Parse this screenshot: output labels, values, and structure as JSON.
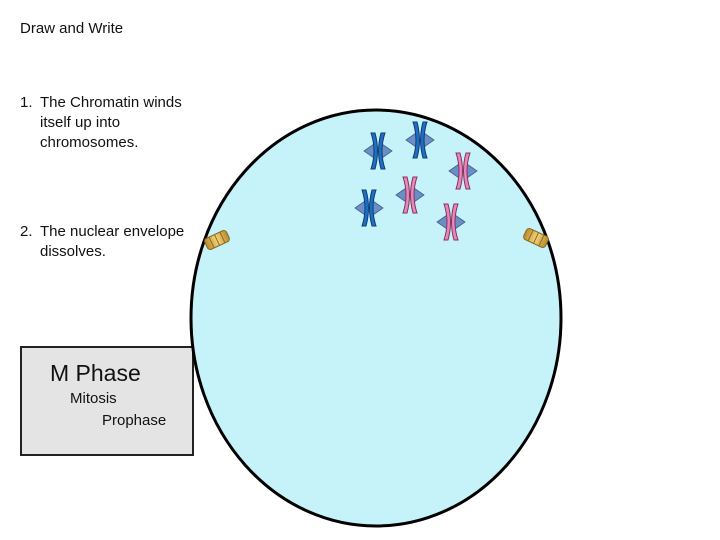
{
  "heading": "Draw and Write",
  "steps": [
    {
      "number": "1.",
      "text": "The Chromatin winds itself up into chromosomes."
    },
    {
      "number": "2.",
      "text": "The nuclear envelope dissolves."
    }
  ],
  "phase_box": {
    "title": "M Phase",
    "subtitle": "Mitosis",
    "stage": "Prophase"
  },
  "colors": {
    "cytoplasm": "#c6f2fa",
    "membrane": "#000000",
    "chromosome_blue": "#1f6fc4",
    "chromosome_pink": "#e48ab8",
    "spindle": "#6b8fc4",
    "centriole": "#d9b24a"
  },
  "icons": {
    "chromosome": "chromosome-icon",
    "centriole": "centriole-icon"
  }
}
